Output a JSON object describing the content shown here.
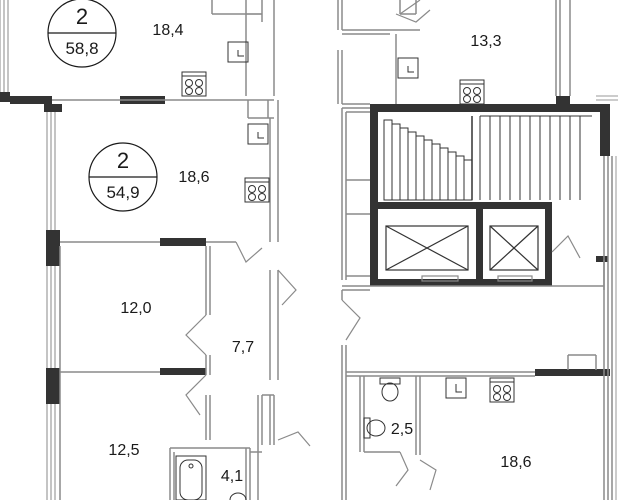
{
  "apartments": [
    {
      "rooms": "2",
      "area": "58,8"
    },
    {
      "rooms": "2",
      "area": "54,9"
    }
  ],
  "rooms": {
    "r1": "18,4",
    "r2": "13,3",
    "r3": "18,6",
    "r4": "12,0",
    "r5": "7,7",
    "r6": "12,5",
    "r7": "4,1",
    "r8": "2,5",
    "r9": "18,6"
  },
  "colors": {
    "wall": "#333333",
    "thin_wall": "#8a8a8a",
    "window": "#9a9a9a",
    "background": "#ffffff"
  }
}
